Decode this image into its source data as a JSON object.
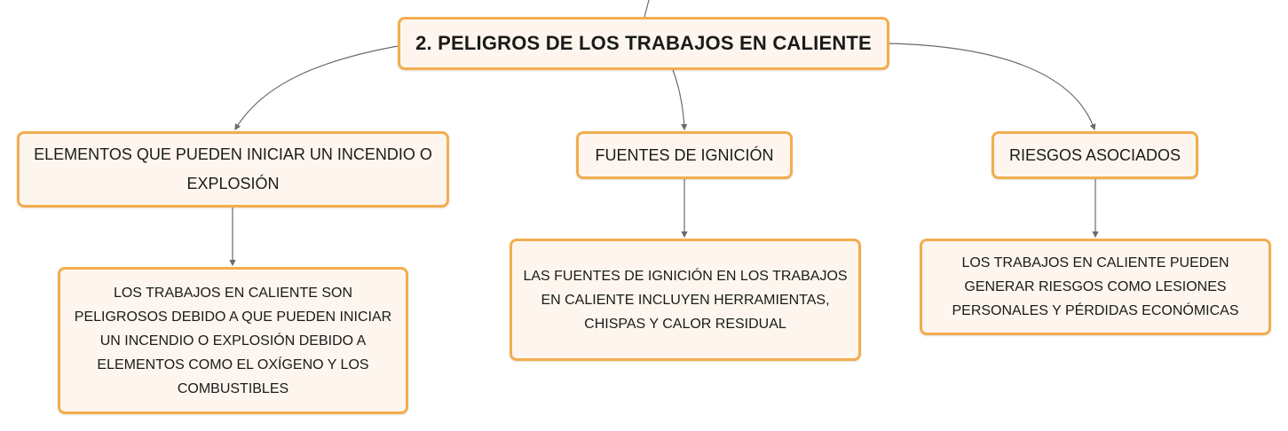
{
  "root": {
    "label": "2. PELIGROS DE LOS TRABAJOS EN CALIENTE"
  },
  "branches": [
    {
      "label": "ELEMENTOS QUE PUEDEN INICIAR UN INCENDIO O EXPLOSIÓN",
      "detail": "LOS TRABAJOS EN CALIENTE SON PELIGROSOS DEBIDO A QUE PUEDEN INICIAR UN INCENDIO O EXPLOSIÓN DEBIDO A ELEMENTOS COMO EL OXÍGENO Y LOS COMBUSTIBLES"
    },
    {
      "label": "FUENTES DE IGNICIÓN",
      "detail": "LAS FUENTES DE IGNICIÓN EN LOS TRABAJOS EN CALIENTE INCLUYEN HERRAMIENTAS, CHISPAS Y CALOR RESIDUAL"
    },
    {
      "label": "RIESGOS ASOCIADOS",
      "detail": "LOS TRABAJOS EN CALIENTE PUEDEN GENERAR RIESGOS COMO LESIONES PERSONALES Y PÉRDIDAS ECONÓMICAS"
    }
  ],
  "colors": {
    "node_fill": "#fef6ee",
    "node_border": "#f3ad4f",
    "connector": "#6b6b6b",
    "text": "#1a1a1a"
  }
}
